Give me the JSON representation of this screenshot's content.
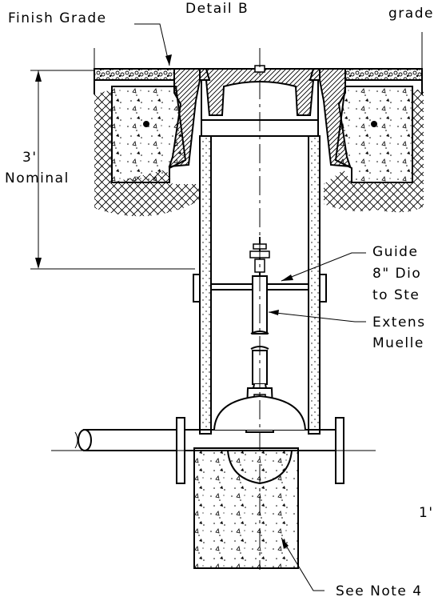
{
  "labels": {
    "finish_grade": "Finish Grade",
    "detail_title": "Detail B",
    "grade_right": "grade",
    "depth_value": "3'",
    "depth_word": "Nominal",
    "guide_line1": "Guide",
    "guide_line2": "8\" Dio",
    "guide_line3": "to Ste",
    "extension_line1": "Extens",
    "extension_line2": "Muelle",
    "dimension_right": "1'",
    "note": "See Note 4"
  }
}
